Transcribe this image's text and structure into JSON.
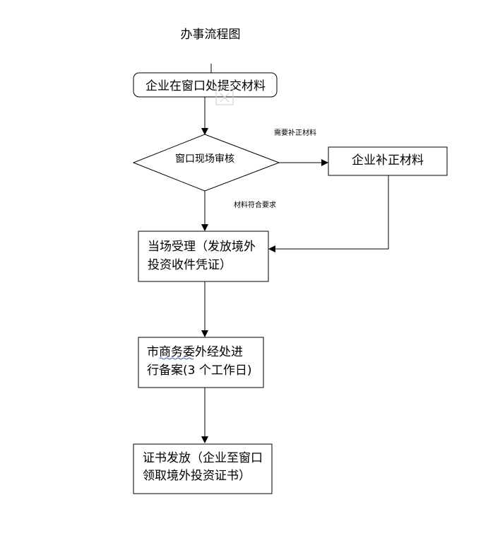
{
  "title": "办事流程图",
  "nodes": {
    "submit": "企业在窗口处提交材料",
    "review": "窗口现场审核",
    "supplement": "企业补正材料",
    "accept_line1": "当场受理（发放境外",
    "accept_line2": "投资收件凭证）",
    "record_line1": "市商务委外经处进",
    "record_line2": "行备案(3 个工作日)",
    "issue_line1": "证书发放（企业至窗口",
    "issue_line2": "领取境外投资证书）"
  },
  "edges": {
    "need_supplement": "需要补正材料",
    "meets_requirement": "材料符合要求"
  }
}
